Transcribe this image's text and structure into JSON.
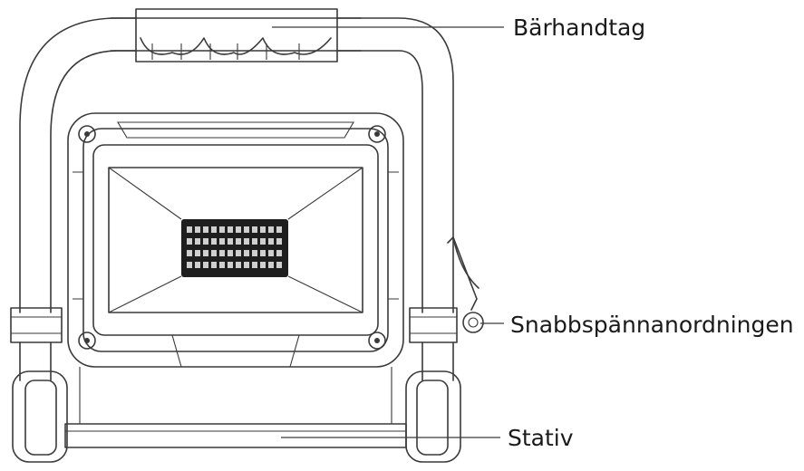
{
  "labels": {
    "handle": "Bärhandtag",
    "clamp": "Snabbspännanordningen",
    "stand": "Stativ"
  },
  "colors": {
    "line": "#3a3a3a",
    "fill_dark": "#2b2b2b",
    "led": "#1e1e1e"
  }
}
